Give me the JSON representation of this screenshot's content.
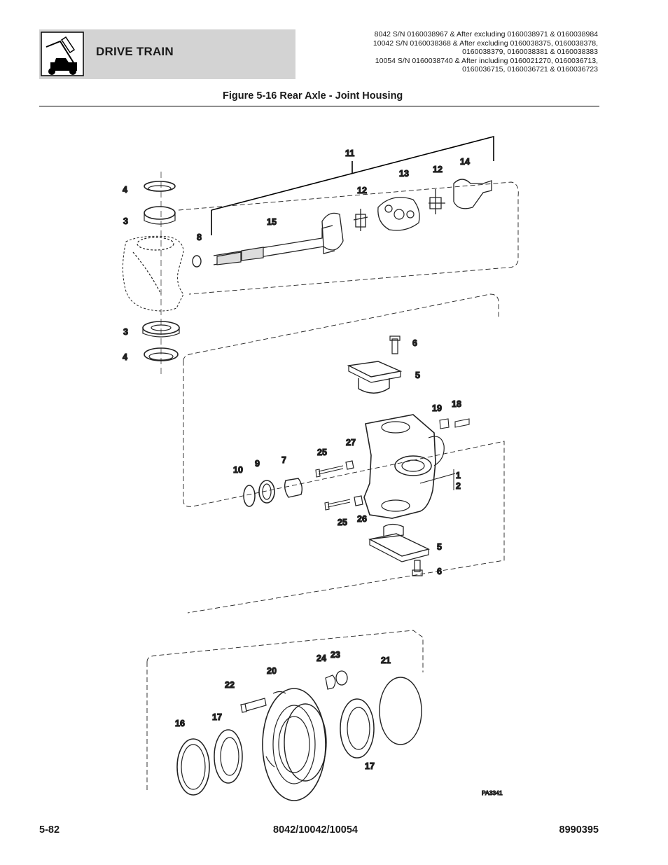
{
  "header": {
    "section_title": "DRIVE TRAIN",
    "icon": "telehandler-icon",
    "applicability": [
      "8042 S/N 0160038967 & After excluding 0160038971 & 0160038984",
      "10042 S/N 0160038368 & After excluding 0160038375, 0160038378,",
      "0160038379, 0160038381 & 0160038383",
      "10054 S/N 0160038740 & After including 0160021270, 0160036713,",
      "0160036715, 0160036721 & 0160036723"
    ]
  },
  "figure": {
    "title": "Figure 5-16 Rear Axle - Joint Housing",
    "code": "PA3341",
    "callouts": [
      "4",
      "3",
      "8",
      "15",
      "11",
      "12",
      "13",
      "12",
      "14",
      "3",
      "4",
      "6",
      "5",
      "19",
      "18",
      "10",
      "9",
      "7",
      "25",
      "27",
      "1",
      "2",
      "25",
      "26",
      "5",
      "6",
      "24",
      "23",
      "21",
      "20",
      "22",
      "16",
      "17",
      "17"
    ]
  },
  "footer": {
    "page_number": "5-82",
    "models": "8042/10042/10054",
    "manual_number": "8990395"
  }
}
